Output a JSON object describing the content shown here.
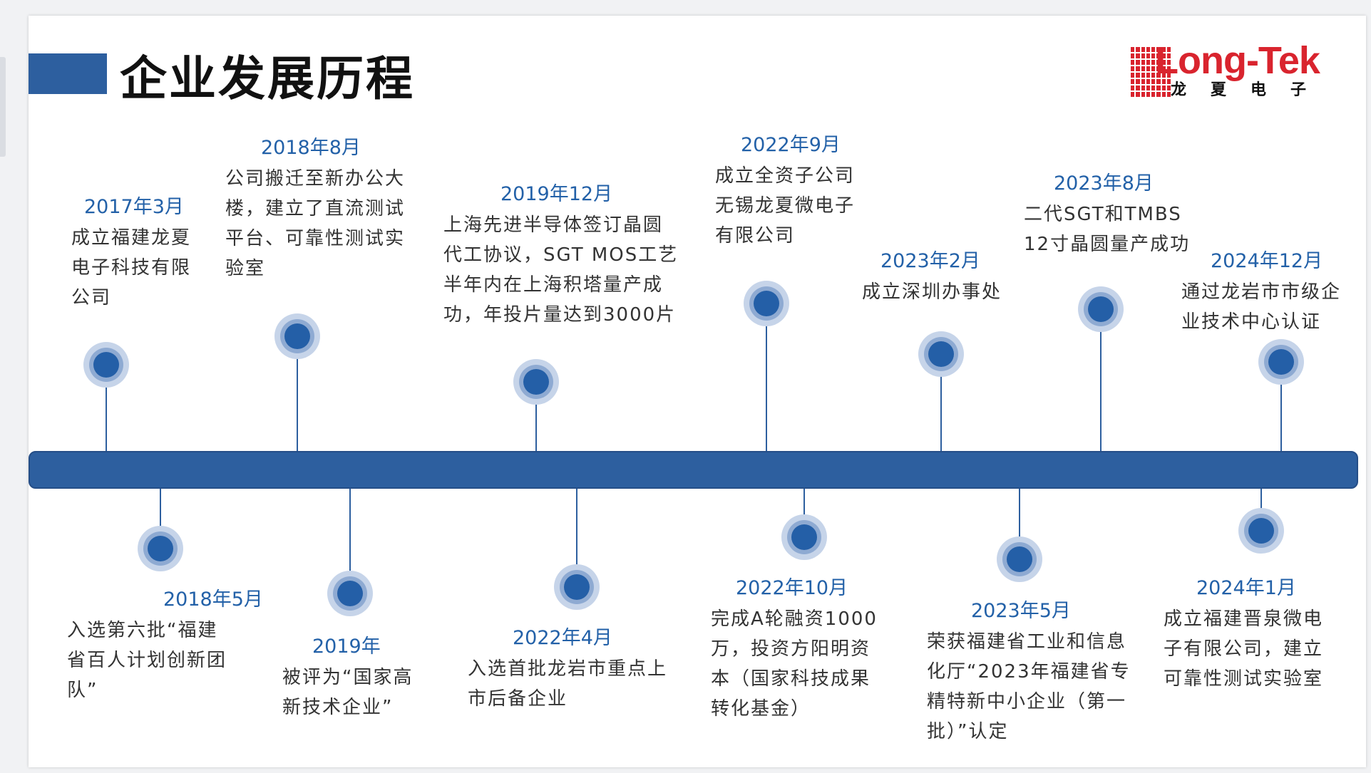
{
  "title": "企业发展历程",
  "logo": {
    "text": "Long-Tek",
    "sub": [
      "龙",
      "夏",
      "电",
      "子"
    ]
  },
  "events": [
    {
      "date": "2017年3月",
      "lines": [
        "成立福建龙夏",
        "电子科技有限",
        "公司"
      ]
    },
    {
      "date": "2018年5月",
      "lines": [
        "入选第六批“福建",
        "省百人计划创新团",
        "队”"
      ]
    },
    {
      "date": "2018年8月",
      "lines": [
        "公司搬迁至新办公大",
        "楼，建立了直流测试",
        "平台、可靠性测试实",
        "验室"
      ]
    },
    {
      "date": "2019年",
      "lines": [
        "被评为“国家高",
        "新技术企业”"
      ]
    },
    {
      "date": "2019年12月",
      "lines": [
        "上海先进半导体签订晶圆",
        "代工协议，SGT MOS工艺",
        "半年内在上海积塔量产成",
        "功，年投片量达到3000片"
      ]
    },
    {
      "date": "2022年4月",
      "lines": [
        "入选首批龙岩市重点上",
        "市后备企业"
      ]
    },
    {
      "date": "2022年9月",
      "lines": [
        "成立全资子公司",
        "无锡龙夏微电子",
        "有限公司"
      ]
    },
    {
      "date": "2022年10月",
      "lines": [
        "完成A轮融资1000",
        "万，投资方阳明资",
        "本（国家科技成果",
        "转化基金）"
      ]
    },
    {
      "date": "2023年2月",
      "lines": [
        "成立深圳办事处"
      ]
    },
    {
      "date": "2023年5月",
      "lines": [
        "荣获福建省工业和信息",
        "化厅“2023年福建省专",
        "精特新中小企业（第一",
        "批）”认定"
      ]
    },
    {
      "date": "2023年8月",
      "lines": [
        "二代SGT和TMBS",
        "12寸晶圆量产成功"
      ]
    },
    {
      "date": "2024年1月",
      "lines": [
        "成立福建晋泉微电",
        "子有限公司，建立",
        "可靠性测试实验室"
      ]
    },
    {
      "date": "2024年12月",
      "lines": [
        "通过龙岩市市级企",
        "业技术中心认证"
      ]
    }
  ]
}
